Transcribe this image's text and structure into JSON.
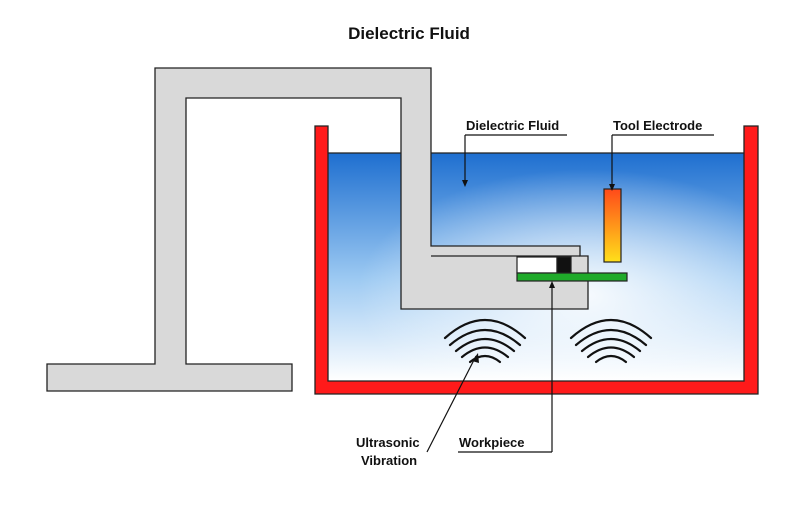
{
  "title": "Dielectric Fluid",
  "labels": {
    "dielectric_fluid": "Dielectric Fluid",
    "tool_electrode": "Tool Electrode",
    "ultrasonic_line1": "Ultrasonic",
    "ultrasonic_line2": "Vibration",
    "workpiece": "Workpiece"
  },
  "colors": {
    "tank_wall": "#ff1a1a",
    "tank_outline": "#222222",
    "fluid_top": "#1e6fd0",
    "fluid_bottom": "#ffffff",
    "fixture_fill": "#d9d9d9",
    "fixture_outline": "#222222",
    "electrode_top": "#ff4a1a",
    "electrode_bottom": "#ffe01a",
    "workpiece_fill": "#1faa2a",
    "block_black": "#111111",
    "block_white": "#ffffff",
    "wave": "#111111",
    "leader": "#111111"
  }
}
